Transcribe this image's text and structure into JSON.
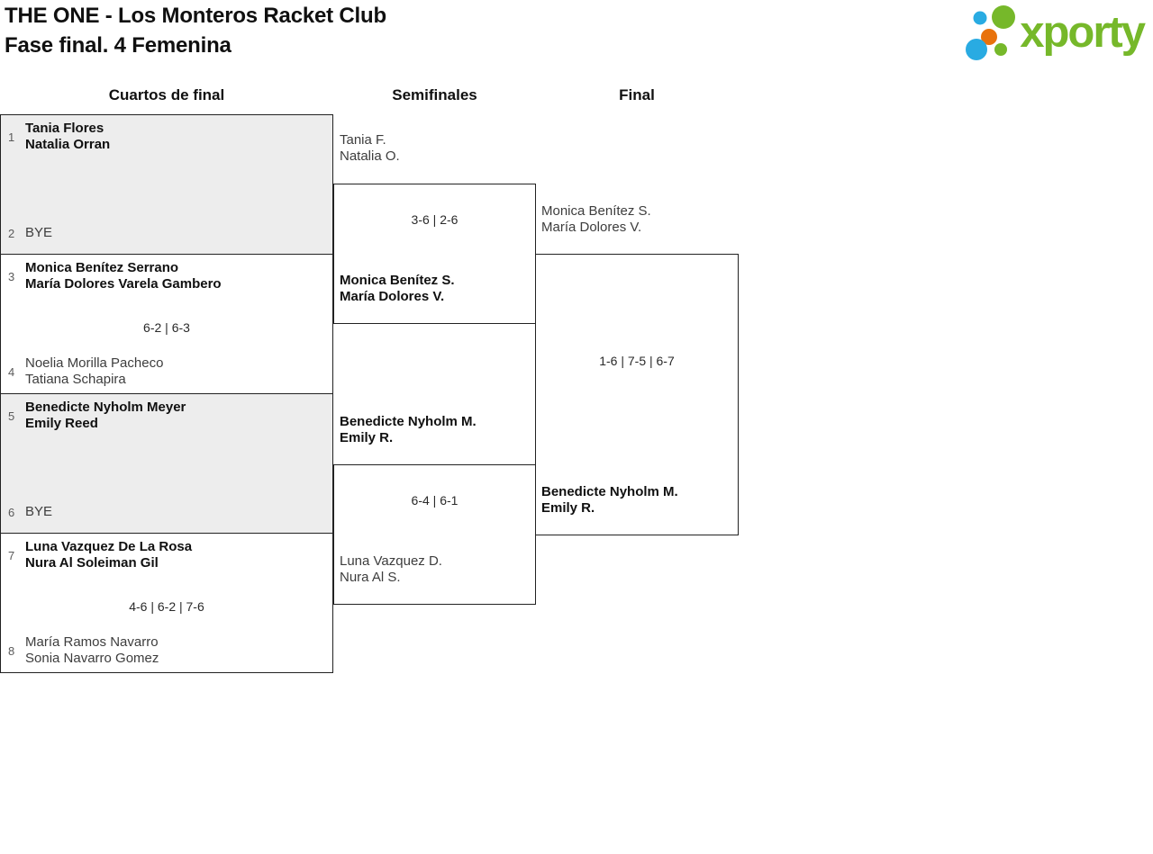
{
  "header": {
    "title": "THE ONE - Los Monteros Racket Club",
    "subtitle": "Fase final. 4 Femenina"
  },
  "logo": {
    "brand": "xporty"
  },
  "columns": [
    "Cuartos de final",
    "Semifinales",
    "Final"
  ],
  "qf": [
    {
      "seed_a": "1",
      "team_a_line1": "Tania Flores",
      "team_a_line2": "Natalia Orran",
      "team_a_winner": true,
      "score": "",
      "seed_b": "2",
      "team_b_line1": "BYE",
      "team_b_line2": "",
      "team_b_winner": false
    },
    {
      "seed_a": "3",
      "team_a_line1": "Monica Benítez Serrano",
      "team_a_line2": "María Dolores Varela Gambero",
      "team_a_winner": true,
      "score": "6-2 | 6-3",
      "seed_b": "4",
      "team_b_line1": "Noelia Morilla Pacheco",
      "team_b_line2": "Tatiana Schapira",
      "team_b_winner": false
    },
    {
      "seed_a": "5",
      "team_a_line1": "Benedicte Nyholm Meyer",
      "team_a_line2": "Emily Reed",
      "team_a_winner": true,
      "score": "",
      "seed_b": "6",
      "team_b_line1": "BYE",
      "team_b_line2": "",
      "team_b_winner": false
    },
    {
      "seed_a": "7",
      "team_a_line1": "Luna Vazquez De La Rosa",
      "team_a_line2": "Nura Al Soleiman Gil",
      "team_a_winner": true,
      "score": "4-6 | 6-2 | 7-6",
      "seed_b": "8",
      "team_b_line1": "María Ramos Navarro",
      "team_b_line2": "Sonia Navarro Gomez",
      "team_b_winner": false
    }
  ],
  "sf": [
    {
      "team_top_line1": "Tania F.",
      "team_top_line2": "Natalia O.",
      "team_top_winner": false,
      "score": "3-6 | 2-6",
      "team_bottom_line1": "Monica Benítez S.",
      "team_bottom_line2": "María Dolores V.",
      "team_bottom_winner": true
    },
    {
      "team_top_line1": "Benedicte Nyholm M.",
      "team_top_line2": "Emily R.",
      "team_top_winner": true,
      "score": "6-4 | 6-1",
      "team_bottom_line1": "Luna Vazquez D.",
      "team_bottom_line2": "Nura Al S.",
      "team_bottom_winner": false
    }
  ],
  "final": {
    "team_top_line1": "Monica Benítez S.",
    "team_top_line2": "María Dolores V.",
    "team_top_winner": false,
    "score": "1-6 | 7-5 | 6-7",
    "team_bottom_line1": "Benedicte Nyholm M.",
    "team_bottom_line2": "Emily R.",
    "team_bottom_winner": true
  },
  "colors": {
    "green": "#76b82a",
    "blue": "#29abe2",
    "orange": "#e8720c",
    "box_fill": "#ededed"
  }
}
